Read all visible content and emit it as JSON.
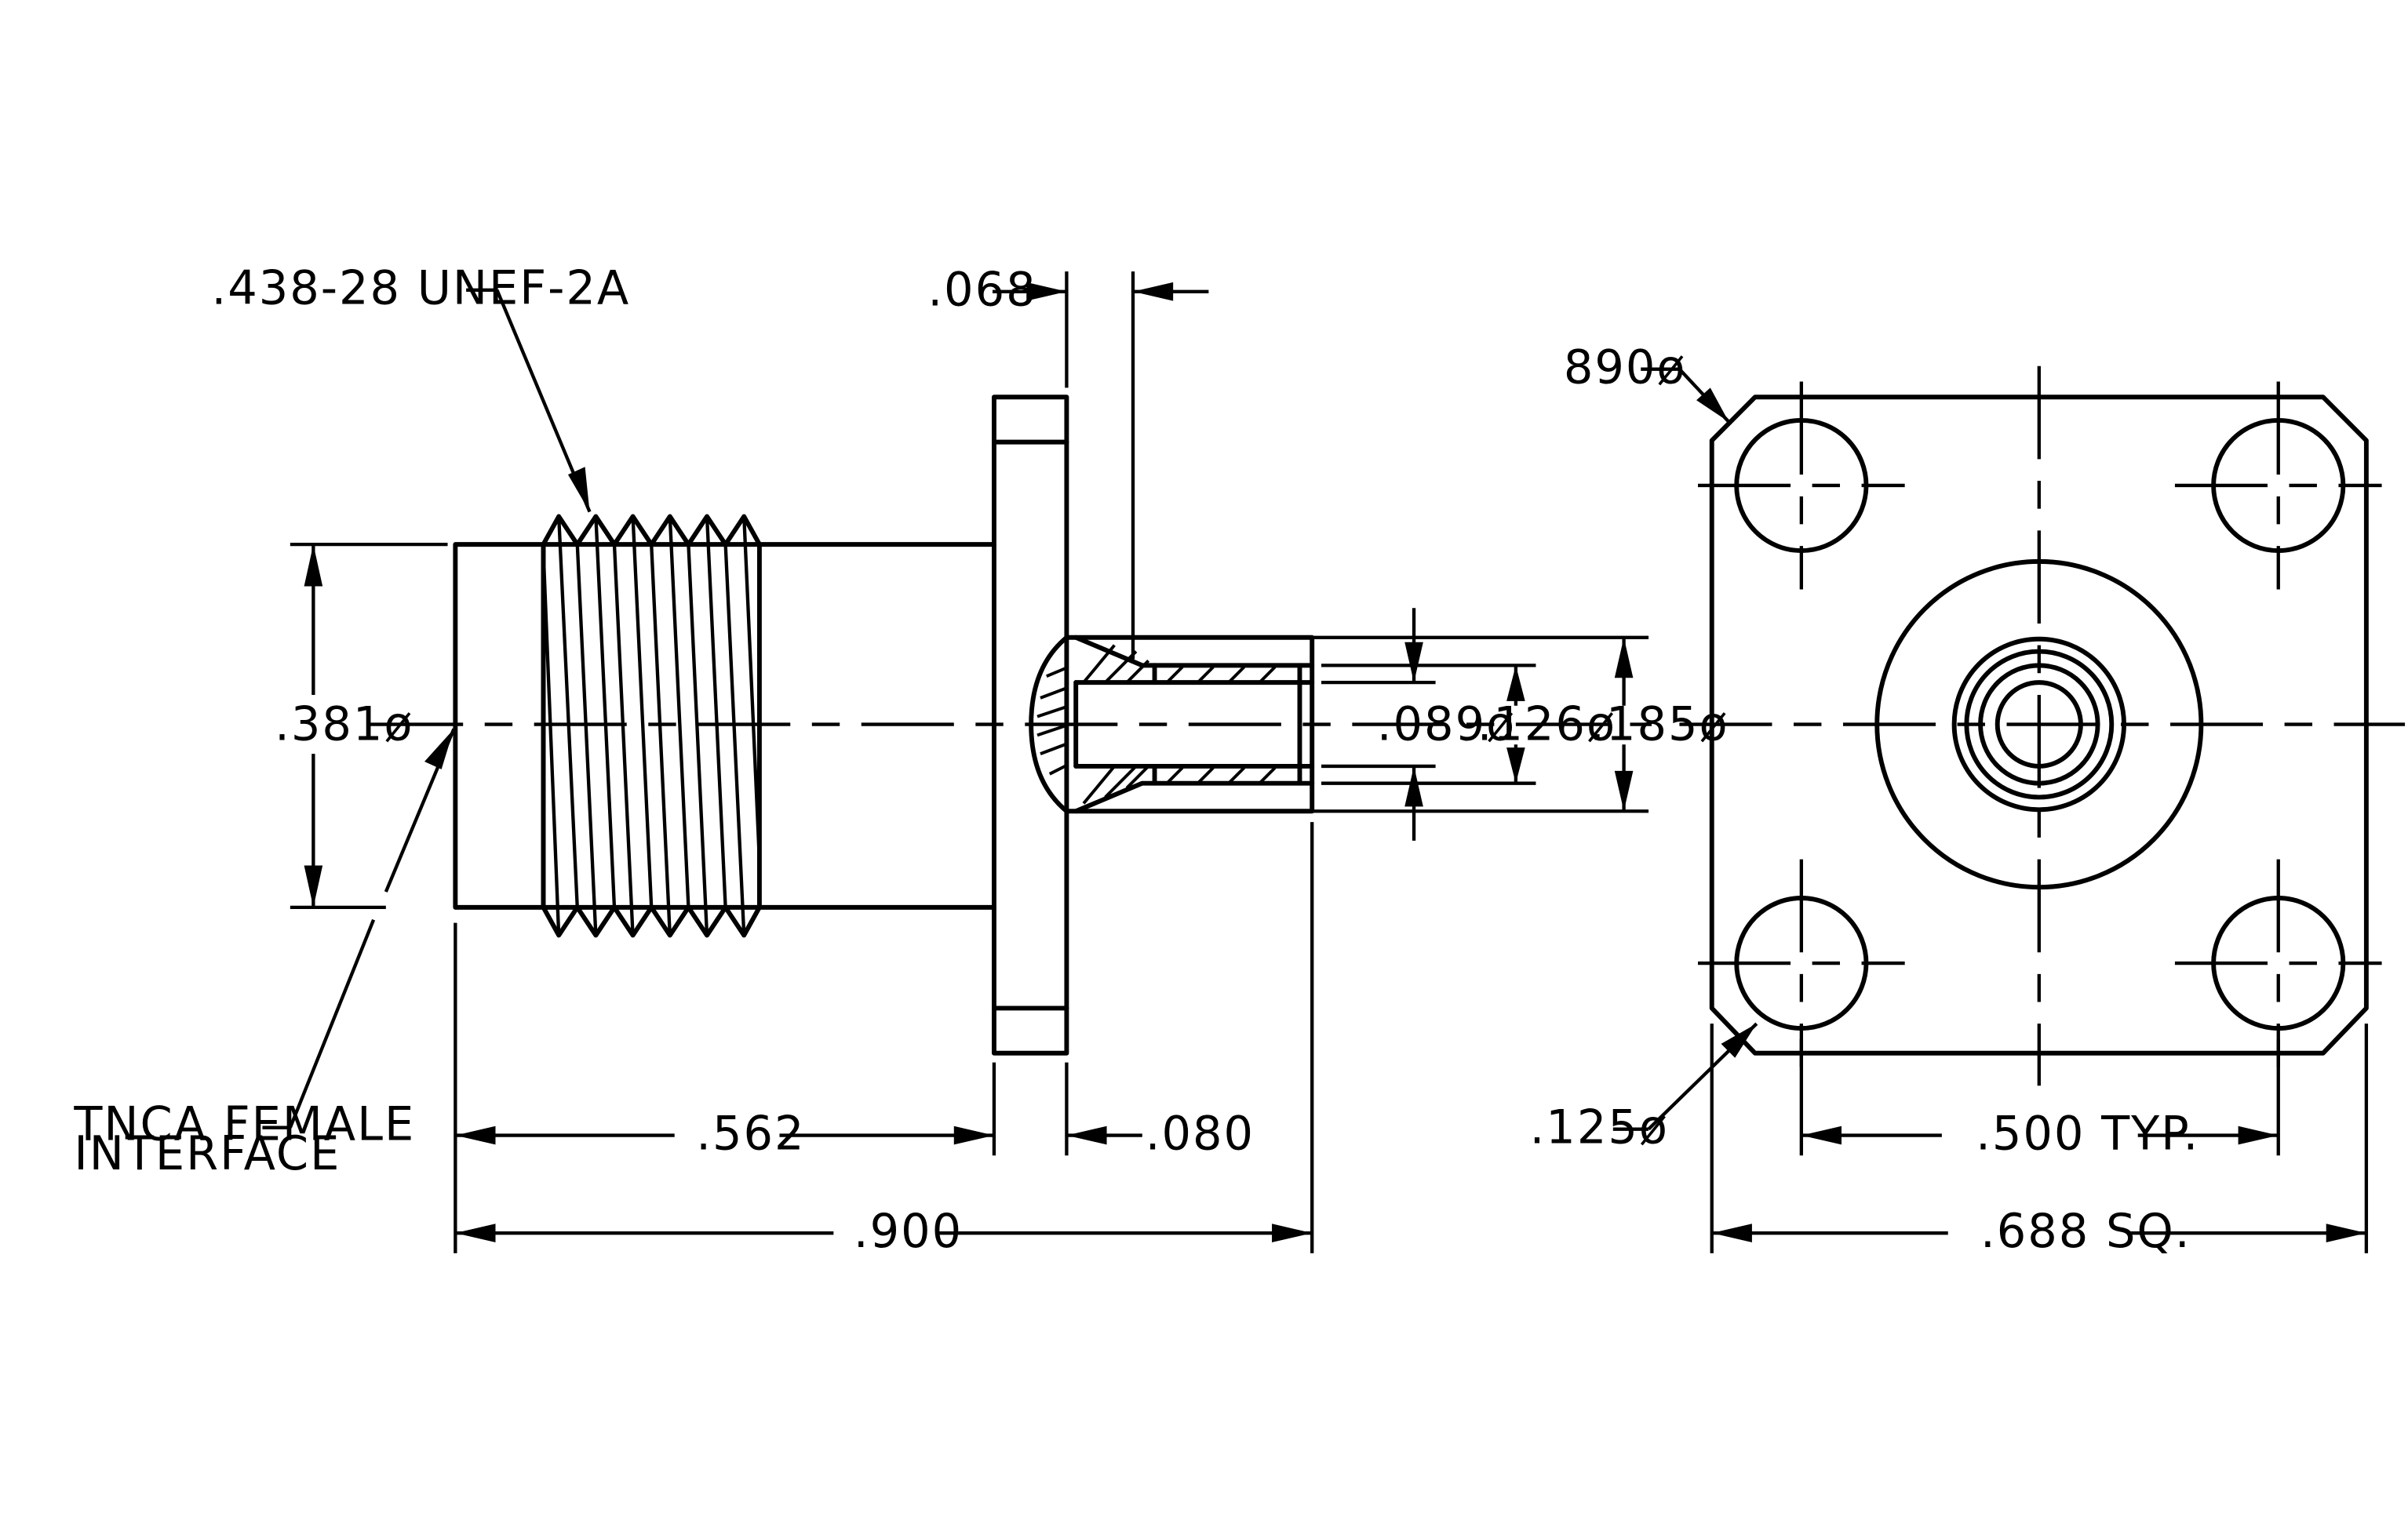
{
  "labels": {
    "thread_callout": ".438-28 UNEF-2A",
    "interface_callout_line1": "TNCA FEMALE",
    "interface_callout_line2": "INTERFACE",
    "dia_body": ".381ø",
    "dim_flange_gap": ".068",
    "dia_pin_inner": ".089ø",
    "dia_pin_mid": ".126ø",
    "dia_pin_outer": ".185ø",
    "dim_body_length": ".562",
    "dim_flange_thickness": ".080",
    "dim_overall_length": ".900",
    "dia_corner": "890ø",
    "dia_mount_hole": ".125ø",
    "dim_hole_spacing": ".500 TYP.",
    "dim_flange_square": ".688 SQ."
  }
}
